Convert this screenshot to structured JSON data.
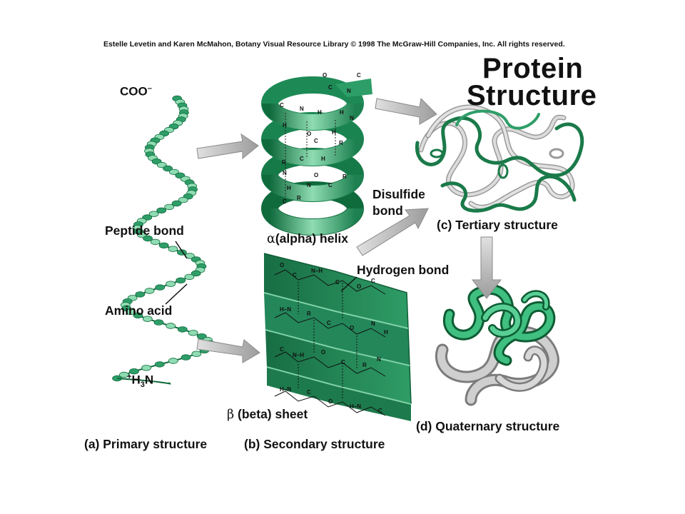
{
  "credit": "Estelle Levetin and Karen McMahon, Botany Visual Resource Library © 1998 The McGraw-Hill Companies, Inc. All rights reserved.",
  "title": {
    "line1": "Protein",
    "line2": "Structure"
  },
  "primary": {
    "coo": "COO",
    "coo_sup": "–",
    "h3n_plus": "+",
    "h3n_h": "H",
    "h3n_sub": "3",
    "h3n_n": "N",
    "peptide_label": "Peptide bond",
    "amino_label": "Amino acid",
    "caption": "(a) Primary structure"
  },
  "secondary": {
    "alpha_symbol": "α",
    "alpha_label": "(alpha) helix",
    "hydrogen_label": "Hydrogen bond",
    "beta_symbol": "β",
    "beta_label": "(beta) sheet",
    "caption": "(b) Secondary structure"
  },
  "tertiary": {
    "disulfide_line1": "Disulfide",
    "disulfide_line2": "bond",
    "caption": "(c) Tertiary structure"
  },
  "quaternary": {
    "caption": "(d) Quaternary structure"
  },
  "colors": {
    "green": "#2e9e68",
    "green_light": "#8fdcb2",
    "green_dark": "#0f6a3c",
    "gray": "#b4b4b4",
    "gray_dark": "#6a6a6a",
    "arrow": "#a8a8a8"
  }
}
